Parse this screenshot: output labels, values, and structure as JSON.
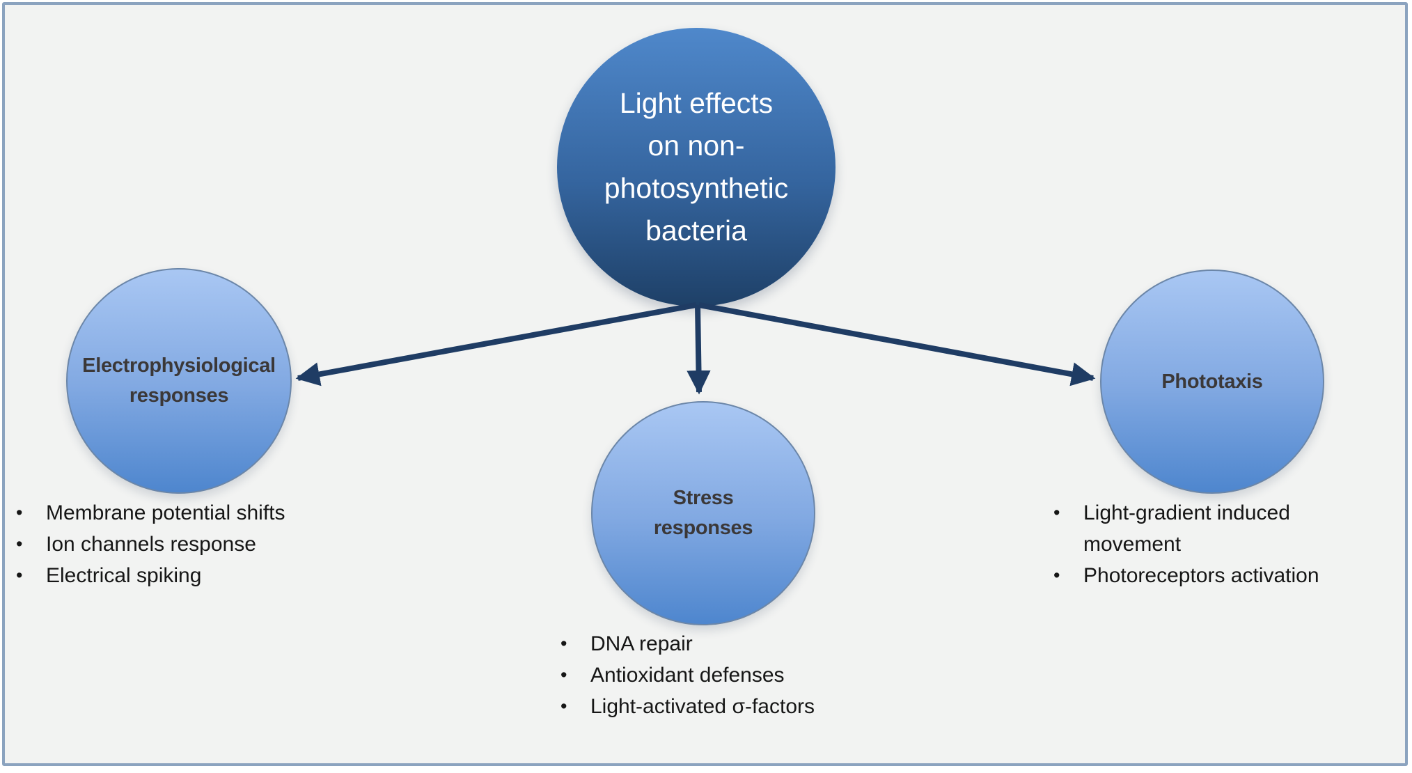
{
  "bullet_glyph": "•",
  "center": {
    "lines": [
      "Light effects",
      "on non-",
      "photosynthetic",
      "bacteria"
    ]
  },
  "nodes": [
    {
      "id": "electrophysiological-responses",
      "title_lines": [
        "Electrophysiological",
        "responses"
      ],
      "bullets": [
        "Membrane potential shifts",
        "Ion channels response",
        "Electrical spiking"
      ]
    },
    {
      "id": "stress-responses",
      "title_lines": [
        "Stress",
        "responses"
      ],
      "bullets": [
        "DNA repair",
        "Antioxidant defenses",
        "Light-activated σ-factors"
      ]
    },
    {
      "id": "phototaxis",
      "title_lines": [
        "Phototaxis"
      ],
      "bullets": [
        "Light-gradient induced movement",
        "Photoreceptors activation"
      ]
    }
  ],
  "colors": {
    "slide_bg": "#f2f3f2",
    "slide_border": "#8ba3bf",
    "center_top": "#4f88cb",
    "center_bottom": "#1e4067",
    "center_text": "#ffffff",
    "node_top": "#a9c7f3",
    "node_bottom": "#4e86ce",
    "node_border": "#6b86a8",
    "node_text": "#3b3838",
    "arrow": "#1f3c64",
    "bullet_text": "#161616"
  }
}
